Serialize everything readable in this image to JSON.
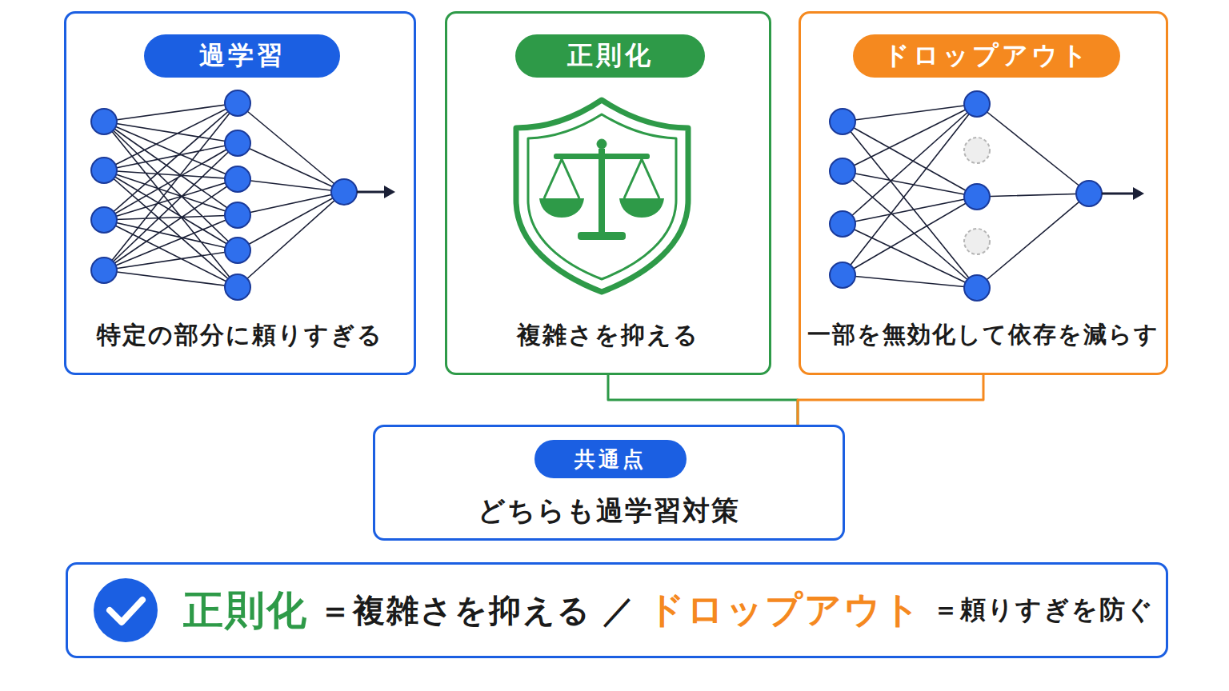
{
  "diagram": {
    "nodes": [
      {
        "text": [
          "過学習",
          "特定の部分に頼りすぎる"
        ]
      },
      {
        "text": [
          "正則化",
          "複雑さを抑える"
        ]
      },
      {
        "text": [
          "ドロップアウト",
          "一部を無効化して依存を減らす"
        ]
      },
      {
        "text": [
          "共通点",
          "どちらも過学習対策"
        ]
      },
      {
        "text": [
          "正則化",
          "＝複雑さを抑える",
          "／",
          "ドロップアウト",
          "＝頼りすぎを防ぐ"
        ]
      }
    ],
    "edges": [
      {
        "from": 1,
        "to": 3,
        "arrow": "none"
      },
      {
        "from": 2,
        "to": 3,
        "arrow": "none"
      }
    ]
  }
}
